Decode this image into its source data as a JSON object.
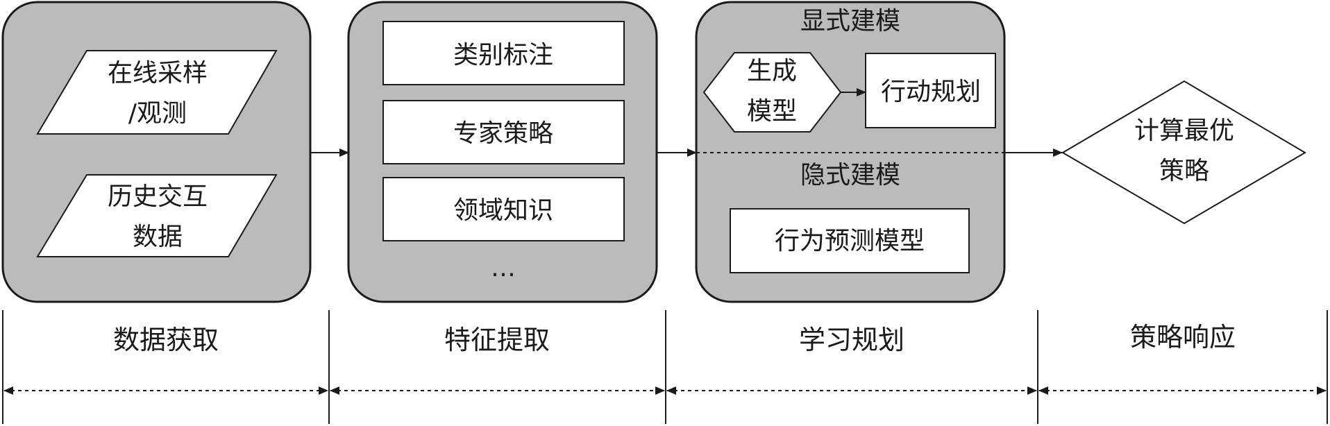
{
  "stage1": {
    "box1": [
      "在线采样",
      "/观测"
    ],
    "box2": [
      "历史交互",
      "数据"
    ]
  },
  "stage2": {
    "box1": "类别标注",
    "box2": "专家策略",
    "box3": "领域知识",
    "ellipsis": "…"
  },
  "stage3": {
    "explicit_title": "显式建模",
    "generate": [
      "生成",
      "模型"
    ],
    "action": "行动规划",
    "implicit_title": "隐式建模",
    "behavior": "行为预测模型"
  },
  "stage4": {
    "diamond": [
      "计算最优",
      "策略"
    ]
  },
  "timeline": [
    "数据获取",
    "特征提取",
    "学习规划",
    "策略响应"
  ],
  "colors": {
    "panel": "#bcbabb",
    "stroke": "#1a1a1a",
    "box": "#ffffff"
  }
}
